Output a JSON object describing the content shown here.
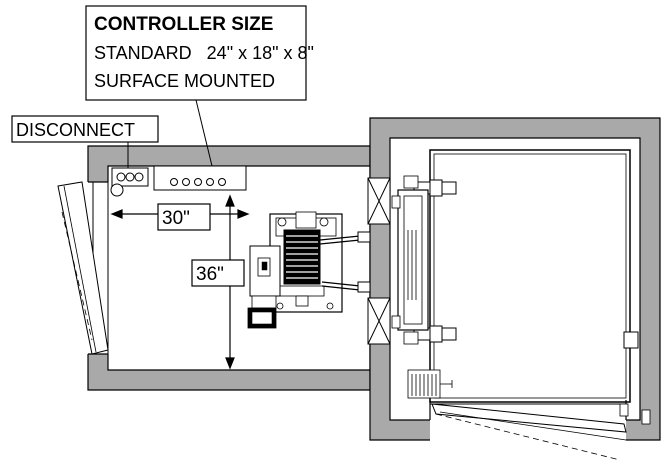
{
  "controller_box": {
    "title": "CONTROLLER SIZE",
    "line1": "STANDARD   24\" x 18\" x 8\"",
    "line2": "SURFACE MOUNTED"
  },
  "disconnect_label": "DISCONNECT",
  "dimensions": {
    "width": "30\"",
    "depth": "36\""
  },
  "colors": {
    "wall_fill": "#a9a9a9",
    "line": "#000000",
    "background": "#ffffff"
  }
}
